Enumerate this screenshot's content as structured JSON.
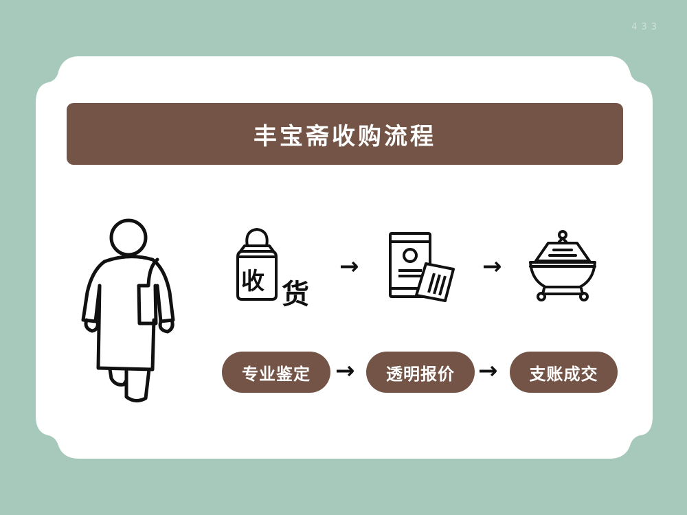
{
  "page": {
    "indicator": "433"
  },
  "title": "丰宝斋收购流程",
  "top_flow": {
    "steps": [
      {
        "icon": "jar-icon",
        "jar_label": "收",
        "side_label": "货"
      },
      {
        "icon": "document-icon"
      },
      {
        "icon": "incense-burner-icon"
      }
    ],
    "arrow": "→"
  },
  "bottom_flow": {
    "steps": [
      {
        "label": "专业鉴定"
      },
      {
        "label": "透明报价"
      },
      {
        "label": "支账成交"
      }
    ],
    "arrow": "→"
  },
  "colors": {
    "background": "#a6c9bb",
    "card": "#ffffff",
    "accent_brown": "#735446",
    "line": "#111111"
  }
}
